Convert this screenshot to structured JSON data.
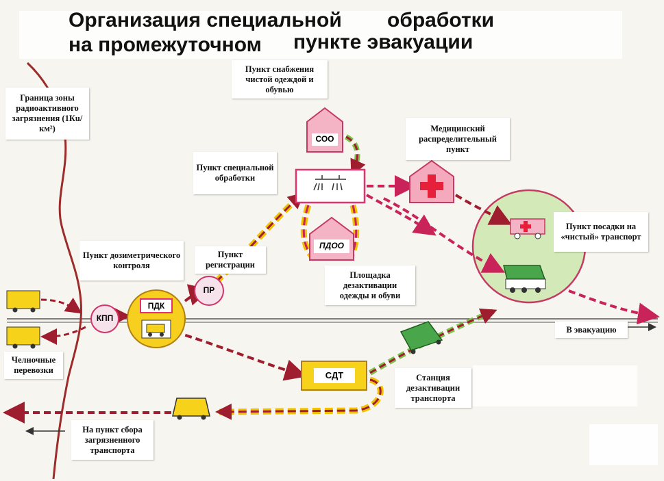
{
  "title": {
    "line1_a": "Организация специальной",
    "line1_b": "обработки",
    "line2_a": "на промежуточном",
    "line2_b": "пункте эвакуации"
  },
  "labels": {
    "zone_boundary": "Граница зоны радиоактивного загрязнения (1Кu/км²)",
    "supply": "Пункт снабжения чистой одеждой и обувью",
    "medical": "Медицинский распределительный пункт",
    "special_treatment": "Пункт специальной обработки",
    "dosimetry": "Пункт дозиметрического контроля",
    "registration": "Пункт регистрации",
    "boarding": "Пункт посадки на «чистый» транспорт",
    "clothing_decon": "Площадка дезактивации одежды и обуви",
    "evacuation": "В эвакуацию",
    "shuttle": "Челночные перевозки",
    "transport_decon": "Станция дезактивации транспорта",
    "collection": "На пункт сбора загрязненного транспорта"
  },
  "tags": {
    "coo": "СОО",
    "pdoo": "ПДОО",
    "kpp": "КПП",
    "pdk": "ПДК",
    "pr": "ПР",
    "sdt": "СДТ"
  },
  "colors": {
    "route_dark": "#9e1d2e",
    "route_yellow": "#f2c200",
    "route_pink": "#c8245a",
    "route_green": "#7dc04a",
    "vehicle_yellow": "#f6d21b",
    "vehicle_green": "#4aa64a",
    "house_pink": "#f5b3c6",
    "red_cross": "#e6203a",
    "boundary": "#9c2b2b"
  }
}
